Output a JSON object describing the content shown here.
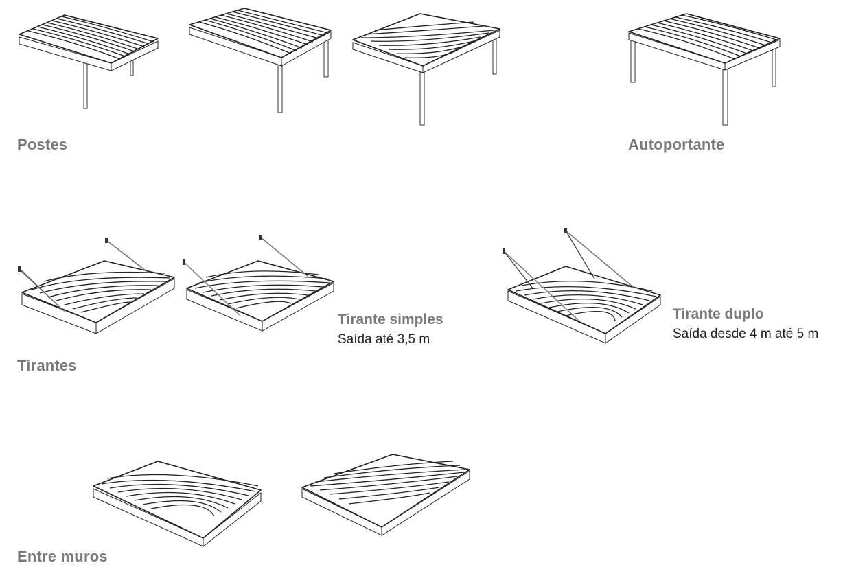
{
  "sections": {
    "postes": {
      "label": "Postes"
    },
    "autoportante": {
      "label": "Autoportante"
    },
    "tirantes": {
      "label": "Tirantes"
    },
    "tirante_simples": {
      "title": "Tirante simples",
      "text": "Saída até 3,5 m"
    },
    "tirante_duplo": {
      "title": "Tirante duplo",
      "text": "Saída desde 4 m até 5 m"
    },
    "entre_muros": {
      "label": "Entre muros"
    }
  },
  "colors": {
    "label": "#7a7a7a",
    "text": "#222222",
    "line": "#222222"
  }
}
